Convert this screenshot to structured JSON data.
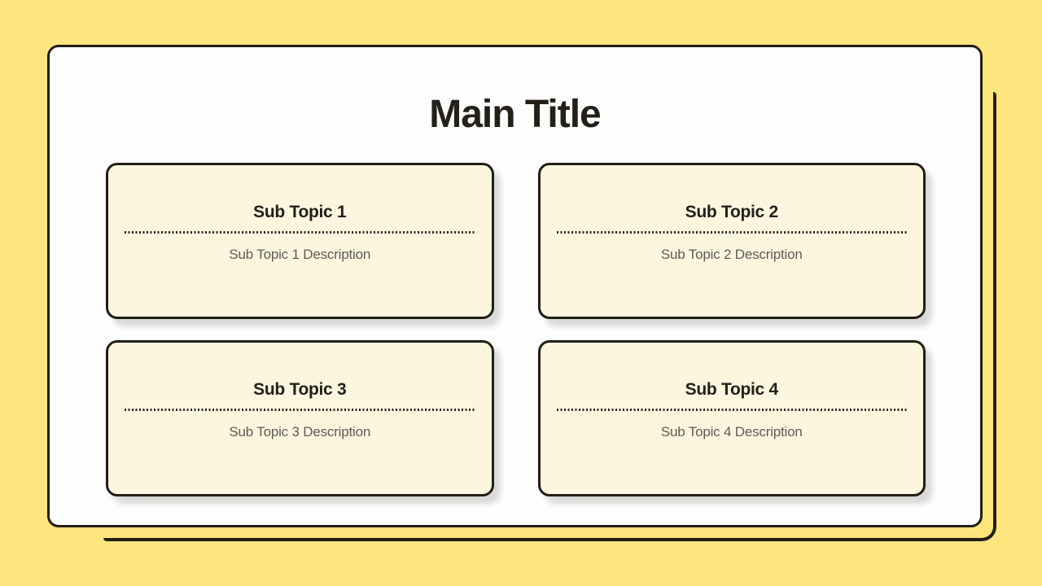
{
  "slide": {
    "main_title": "Main Title",
    "cards": [
      {
        "title": "Sub Topic 1",
        "description": "Sub Topic 1 Description"
      },
      {
        "title": "Sub Topic 2",
        "description": "Sub Topic 2 Description"
      },
      {
        "title": "Sub Topic 3",
        "description": "Sub Topic 3 Description"
      },
      {
        "title": "Sub Topic 4",
        "description": "Sub Topic 4 Description"
      }
    ],
    "colors": {
      "page_background": "#FFE57D",
      "slide_background": "#FDFDFD",
      "card_background": "#FDF6DF",
      "outline": "#221E15",
      "title_text": "#23201A",
      "description_text": "#5E5B52"
    }
  }
}
